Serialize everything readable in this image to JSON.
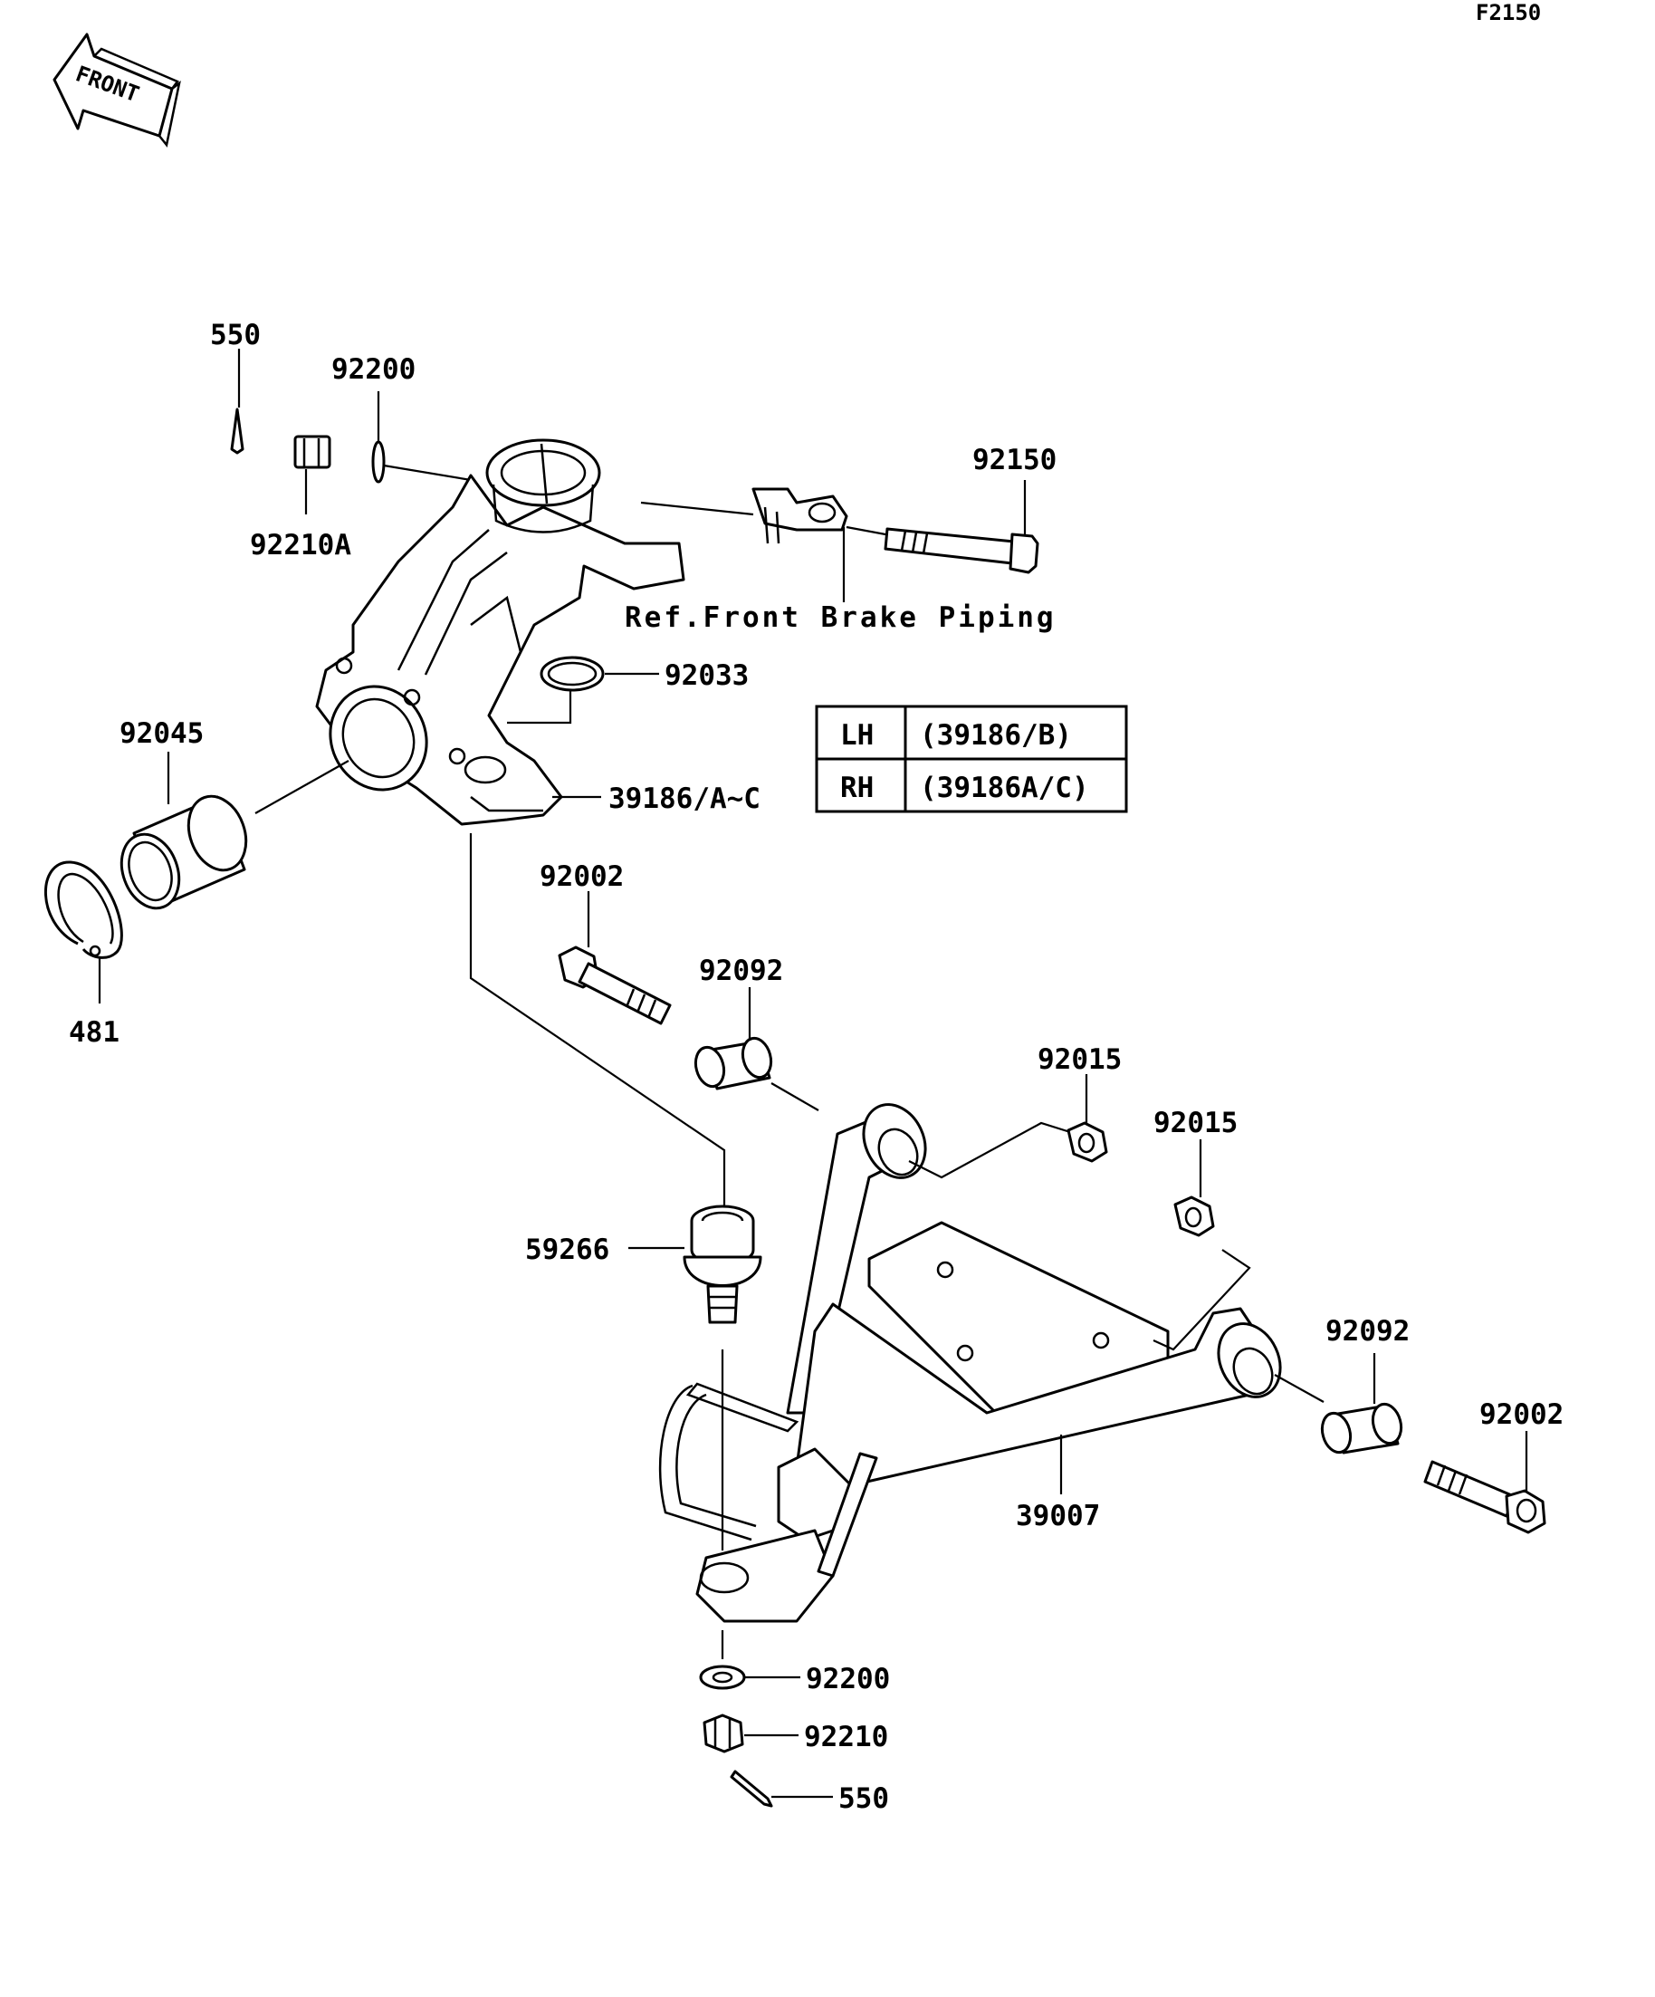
{
  "diagram_code": "F2150",
  "front_arrow": {
    "text": "FRONT",
    "icon": "front-direction-arrow-icon"
  },
  "reference_note": "Ref.Front Brake Piping",
  "side_table": {
    "rows": [
      {
        "side": "LH",
        "parts": "(39186/B)"
      },
      {
        "side": "RH",
        "parts": "(39186A/C)"
      }
    ]
  },
  "callouts": {
    "cotter_pin_top": "550",
    "washer_top": "92200",
    "castle_nut_top": "92210A",
    "bracket_bolt": "92150",
    "circlip_upper": "92033",
    "knuckle": "39186/A~C",
    "bearing": "92045",
    "retaining_ring": "481",
    "pivot_bolt_left": "92002",
    "bushing_left": "92092",
    "nut_left": "92015",
    "nut_right": "92015",
    "ball_joint": "59266",
    "bushing_right": "92092",
    "pivot_bolt_right": "92002",
    "a_arm": "39007",
    "washer_bottom": "92200",
    "castle_nut_bottom": "92210",
    "cotter_pin_bottom": "550"
  }
}
